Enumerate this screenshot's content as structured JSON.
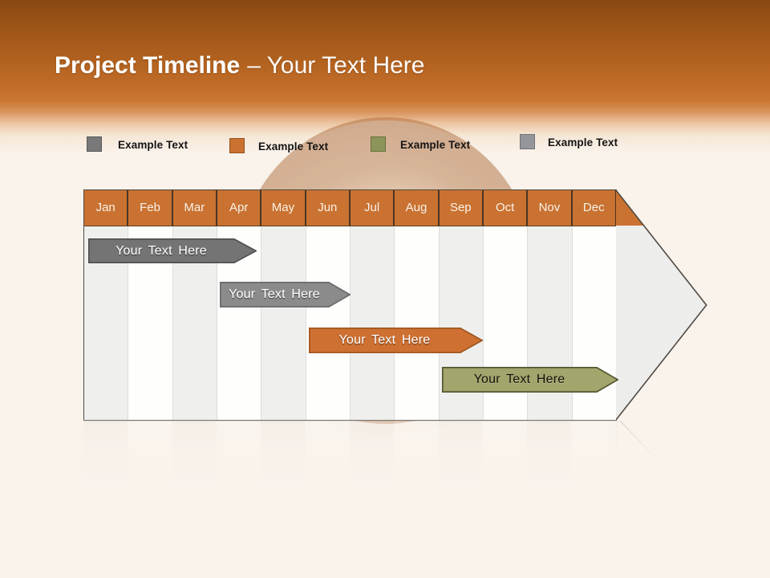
{
  "slide": {
    "title_bold": "Project Timeline",
    "title_rest": "– Your Text Here"
  },
  "legend": {
    "items": [
      {
        "label": "Example Text",
        "color": "#797979"
      },
      {
        "label": "Example Text",
        "color": "#C97231"
      },
      {
        "label": "Example Text",
        "color": "#8C9459"
      },
      {
        "label": "Example Text",
        "color": "#94969A"
      }
    ]
  },
  "timeline": {
    "type": "gantt-timeline",
    "months": [
      "Jan",
      "Feb",
      "Mar",
      "Apr",
      "May",
      "Jun",
      "Jul",
      "Aug",
      "Sep",
      "Oct",
      "Nov",
      "Dec"
    ],
    "header_color": "#C97231",
    "arrow_fill": "#EDEDEC",
    "bars": [
      {
        "label": "Your Text Here",
        "color": "#747474",
        "text_color": "#FFFFFF",
        "span_months": [
          "Jan",
          "Apr"
        ]
      },
      {
        "label": "Your Text Here",
        "color": "#8B8B8B",
        "text_color": "#FFFFFF",
        "span_months": [
          "Apr",
          "Jun"
        ]
      },
      {
        "label": "Your Text Here",
        "color": "#CE7032",
        "text_color": "#FFFFFF",
        "span_months": [
          "Jun",
          "Sep"
        ]
      },
      {
        "label": "Your Text Here",
        "color": "#A2A56C",
        "text_color": "#121208",
        "span_months": [
          "Sep",
          "Dec"
        ]
      }
    ]
  }
}
